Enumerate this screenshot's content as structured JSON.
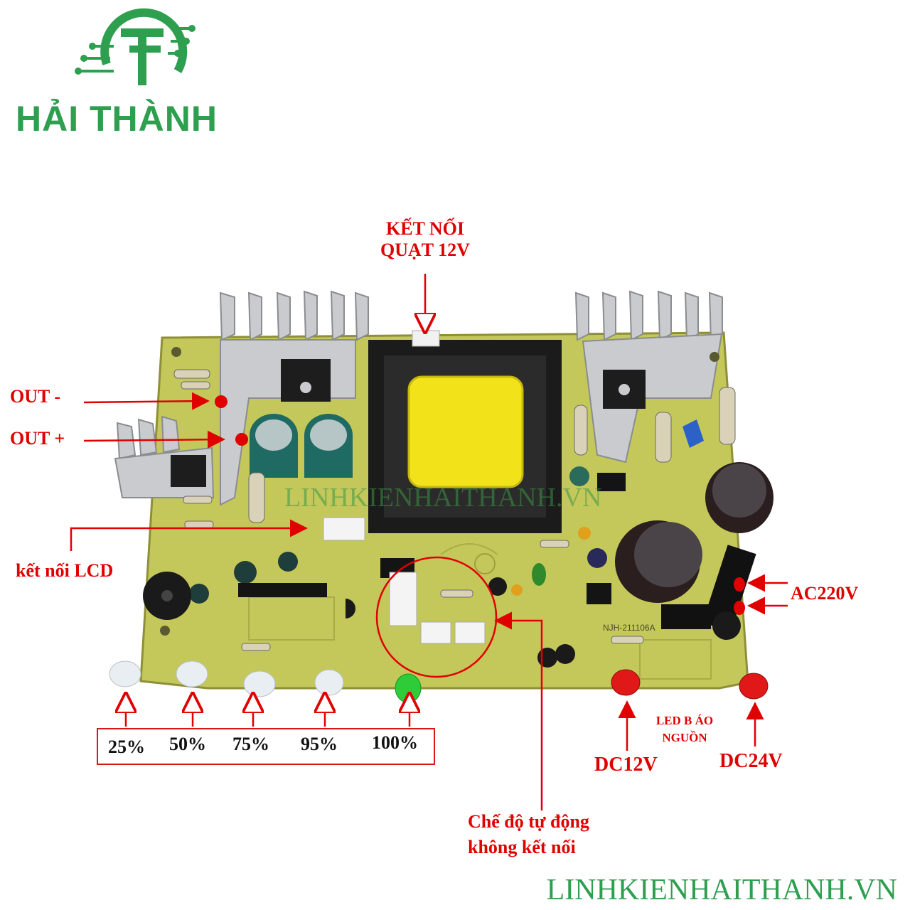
{
  "brand": {
    "name": "HẢI THÀNH",
    "color": "#2e9e4f",
    "logo_icon": "circuit-s-logo"
  },
  "watermark": {
    "text": "LINHKIENHAITHANH.VN"
  },
  "footer": {
    "site": "LINHKIENHAITHANH.VN"
  },
  "board": {
    "part_number": "NJH-211106A"
  },
  "annotations": {
    "fan": [
      "KẾT NỐI",
      "QUẠT 12V"
    ],
    "out_minus": "OUT -",
    "out_plus": "OUT +",
    "lcd": "kết nối LCD",
    "ac": "AC220V",
    "auto_mode": [
      "Chế độ tự động",
      "không kết nối"
    ],
    "power_led": [
      "LED B ÁO",
      "NGUỒN"
    ],
    "dc12": "DC12V",
    "dc24": "DC24V"
  },
  "levels": [
    "25%",
    "50%",
    "75%",
    "95%",
    "100%"
  ],
  "colors": {
    "annotation": "#e00000",
    "board": "#c4c85a",
    "led_red": "#e01818",
    "led_green": "#2fcc3a",
    "capacitor_yellow": "#f2e21a"
  }
}
